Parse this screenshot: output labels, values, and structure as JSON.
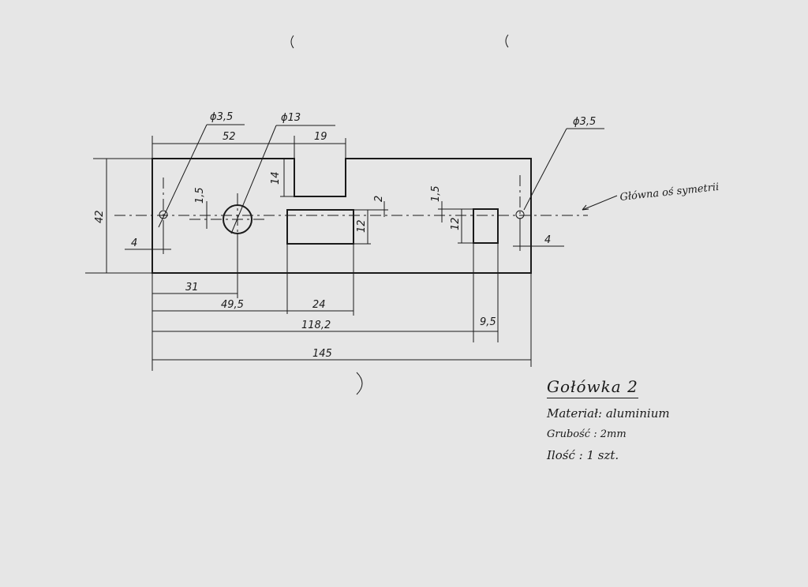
{
  "drawing": {
    "dimensions": {
      "d_hole_left": "ϕ3,5",
      "d_big_hole": "ϕ13",
      "d_hole_right": "ϕ3,5",
      "w52": "52",
      "w19": "19",
      "h14": "14",
      "h42": "42",
      "off15_left": "1,5",
      "off15_right": "1,5",
      "off2": "2",
      "h12_slot": "12",
      "h12_square": "12",
      "edge4_left": "4",
      "edge4_right": "4",
      "w31": "31",
      "w49_5": "49,5",
      "w24": "24",
      "w118_2": "118,2",
      "w9_5": "9,5",
      "w145": "145"
    },
    "axis_note": "Główna oś symetrii"
  },
  "title_block": {
    "title": "Gołówka 2",
    "material_label": "Materiał:",
    "material_value": "aluminium",
    "thickness_label": "Grubość :",
    "thickness_value": "2mm",
    "quantity_label": "Ilość :",
    "quantity_value": "1 szt."
  }
}
